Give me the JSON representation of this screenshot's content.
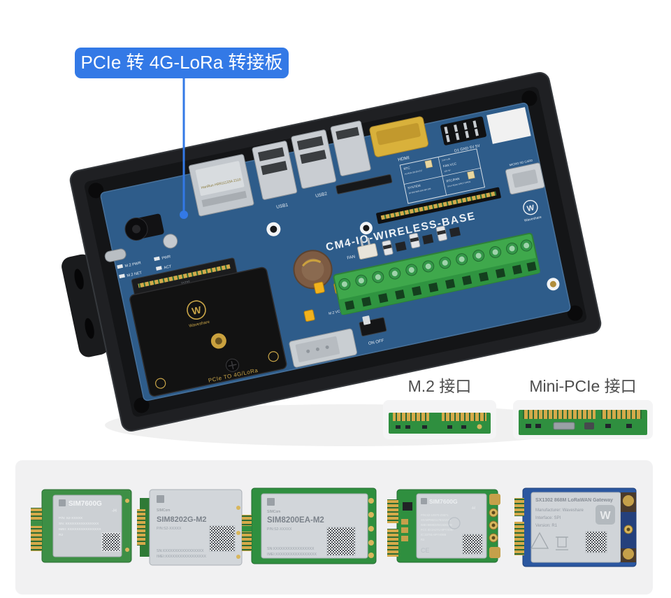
{
  "callout": {
    "label": "PCIe 转 4G-LoRa 转接板"
  },
  "colors": {
    "accent": "#3379E6",
    "pcb_blue": "#2E5C8A",
    "case_black": "#1F2023",
    "terminal_green": "#3FA84C",
    "band_gray": "#F1F1F2",
    "gold": "#D4AA4A"
  },
  "board": {
    "silkscreen_name": "CM4-IO-WIRELESS-BASE",
    "brand": "Waveshare",
    "logo_glyph": "W",
    "ports": {
      "usb1": "USB1",
      "usb2": "USB2",
      "hdmi": "HDMI",
      "fan": "FAN",
      "micro_sd": "MICRO SD CARD",
      "gpio_header": "D1 GND 5V 5V",
      "ethernet": "HanRun HR911133A 2110",
      "pcie_socket": "21232"
    },
    "leds": {
      "m2_pwr": "M.2 PWR",
      "pwr": "PWR",
      "m2_net": "M.2 NET",
      "act": "ACT"
    },
    "jumper_table": {
      "rtc": "RTC",
      "rtc_pins": "P1-RUN SD-EN D17",
      "system": "SYSTEM",
      "system_pins": "BT-DIS WIFI-DIS WP-DIS",
      "vref_pins": "3.3V 1.8V",
      "fan_vcc": "FAN VCC",
      "fan_vcc_pins": "12V 5V",
      "rtc_fan": "RTC/FAN",
      "rtc_fan_pins": "SCL4 SDA4 GPIO7 GPIO2",
      "m2_vcc": "M.2 VCC"
    },
    "switch_label": "ON OFF",
    "adapter": {
      "brand": "Waveshare",
      "logo_glyph": "W",
      "edge_label": "PCIe TO 4G/LoRa"
    }
  },
  "interface_labels": {
    "m2": "M.2 接口",
    "mini_pcie": "Mini-PCIe 接口"
  },
  "modules": {
    "items": [
      {
        "name": "SIM7600G",
        "suffix": "-H",
        "brand": "SIMCom",
        "lines": [
          "P/N: S2-XXXXX",
          "SN: XXXXXXXXXXXXXXX",
          "IMEI: XXXXXXXXXXXXXXX",
          "R2"
        ]
      },
      {
        "name": "SIM8202G-M2",
        "brand": "SIMCom",
        "lines": [
          "P/N:S2-XXXXX",
          "SN:XXXXXXXXXXXXXXXXX",
          "IMEI:XXXXXXXXXXXXXXXXX"
        ]
      },
      {
        "name": "SIM8200EA-M2",
        "brand": "SIMCom",
        "lines": [
          "P/N:S2-XXXXX",
          "SN:XXXXXXXXXXXXXXXXX",
          "IMEI:XXXXXXXXXXXXXXXXX"
        ]
      },
      {
        "name": "SIM7600G",
        "suffix": "-H",
        "brand": "SIMCom",
        "marks": "CE",
        "lines": [
          "P/N:S2-10970-Z3671",
          "SN:MP9621178321571",
          "IMEI:869822041526128",
          "FCC ID:2AJYU-8PYX067",
          "IC:23791-8PYX068",
          "R2"
        ]
      },
      {
        "name": "SX1302 868M LoRaWAN Gateway",
        "brand": "Waveshare",
        "logo_glyph": "W",
        "lines": [
          "Manufacturer: Waveshare",
          "Interface: SPI",
          "Version: R1"
        ]
      }
    ]
  }
}
